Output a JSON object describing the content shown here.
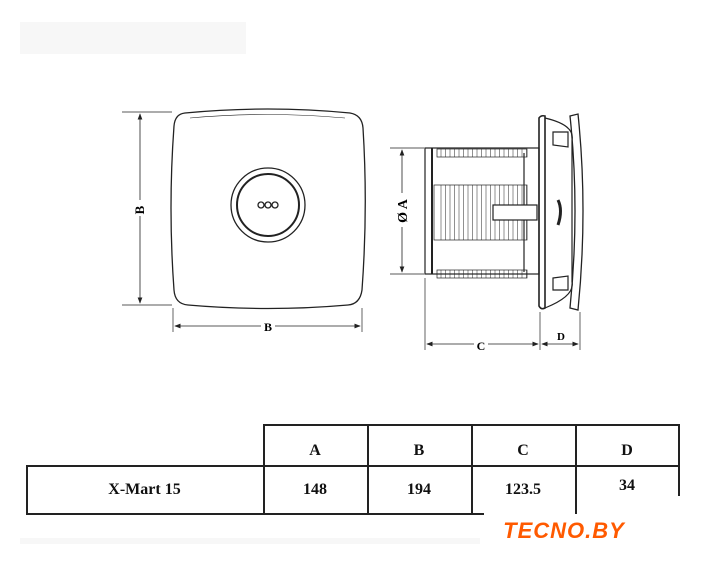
{
  "drawing": {
    "front_view_labels": {
      "height": "B",
      "width": "B"
    },
    "side_view_labels": {
      "diameter": "Ø A",
      "depth": "C",
      "grille": "D"
    }
  },
  "table": {
    "headers": [
      "A",
      "B",
      "C",
      "D"
    ],
    "rows": [
      {
        "model": "X-Mart 15",
        "values": [
          "148",
          "194",
          "123.5",
          "34"
        ]
      }
    ]
  },
  "logo": {
    "text": "TECNO.BY",
    "color": "#ff5a00"
  }
}
